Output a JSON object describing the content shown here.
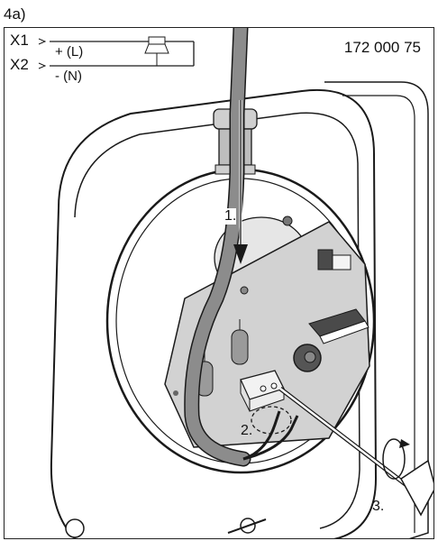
{
  "figure_label": "4a)",
  "part_number": "172 000 75",
  "wiring": {
    "x1": "X1",
    "x2": "X2",
    "plus_label": "+ (L)",
    "minus_label": "- (N)"
  },
  "steps": [
    "1.",
    "2.",
    "3."
  ],
  "colors": {
    "line": "#1a1a1a",
    "cable": "#8c8c8c",
    "board": "#d2d2d2",
    "dark": "#4a4a4a"
  }
}
